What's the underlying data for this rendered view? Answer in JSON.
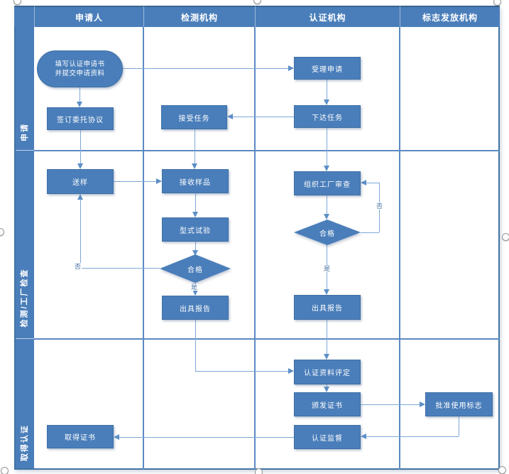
{
  "diagram": {
    "type": "swimlane-flowchart",
    "colors": {
      "header_fill": "#4a7eba",
      "node_fill": "#4a7eba",
      "node_border": "#3d6fa5",
      "connector": "#7fa8d9",
      "arrowhead": "#5c8fc7",
      "grid": "#5b89c2",
      "outer_border": "#4173a4",
      "edge_label_text": "#44709f"
    }
  },
  "header": {
    "columns": [
      "申请人",
      "检测机构",
      "认证机构",
      "标志发放机构"
    ]
  },
  "lanes": [
    {
      "label": "申请"
    },
    {
      "label": "检测/工厂检查"
    },
    {
      "label": "取得认证"
    }
  ],
  "nodes": {
    "fill_application_line1": "填写认证申请书",
    "fill_application_line2": "并提交申请资料",
    "accept_application": "受理申请",
    "sign_agreement": "签订委托协议",
    "assign_task": "下达任务",
    "accept_task": "接受任务",
    "send_sample": "送样",
    "receive_sample": "接收样品",
    "type_test": "型式试验",
    "qualified_test": "合格",
    "issue_report_test": "出具报告",
    "organize_factory_review": "组织工厂审查",
    "qualified_review": "合格",
    "issue_report_cert": "出具报告",
    "evaluate_materials": "认证资料评定",
    "issue_certificate": "颁发证书",
    "approve_mark": "批准使用标志",
    "certification_supervision": "认证监督",
    "obtain_certificate": "取得证书"
  },
  "edge_labels": {
    "yes": "是",
    "no": "否"
  }
}
